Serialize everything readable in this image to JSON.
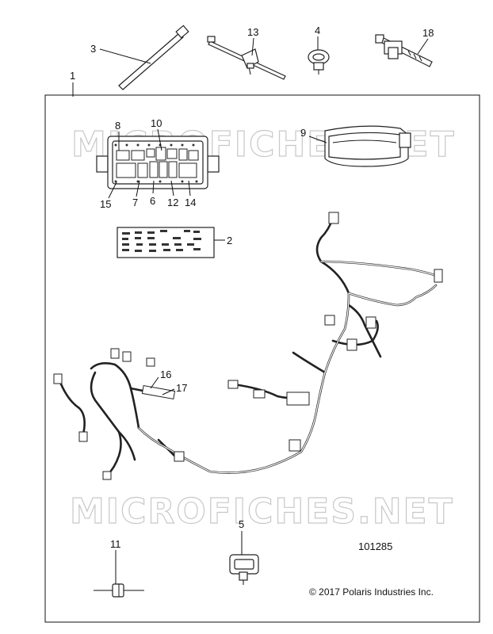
{
  "watermark": "MICROFICHES.NET",
  "diagram_number": "101285",
  "copyright": "© 2017 Polaris Industries Inc.",
  "callouts": {
    "c1": "1",
    "c2": "2",
    "c3": "3",
    "c4": "4",
    "c5": "5",
    "c6": "6",
    "c7": "7",
    "c8": "8",
    "c9": "9",
    "c10": "10",
    "c11": "11",
    "c12": "12",
    "c13": "13",
    "c14": "14",
    "c15": "15",
    "c16": "16",
    "c17": "17",
    "c18": "18"
  }
}
